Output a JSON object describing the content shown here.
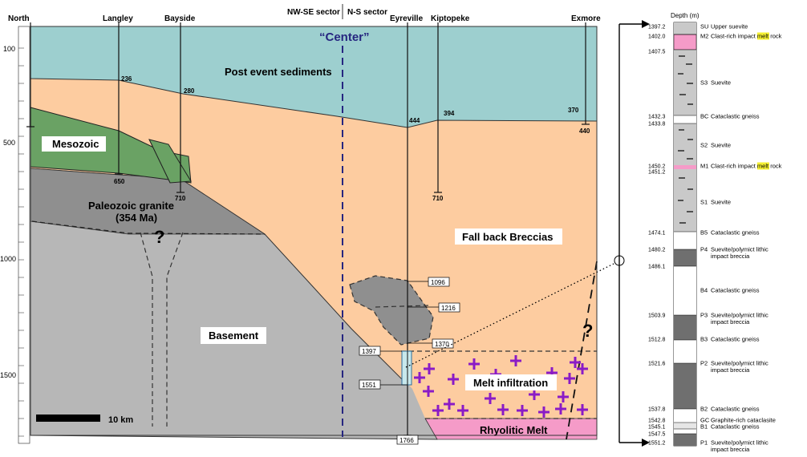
{
  "wells": {
    "north": "North",
    "langley": "Langley",
    "bayside": "Bayside",
    "eyreville": "Eyreville",
    "kiptopeke": "Kiptopeke",
    "exmore": "Exmore"
  },
  "sectors": {
    "nwse": "NW-SE sector",
    "ns": "N-S sector"
  },
  "center_label": "“Center”",
  "depth_ticks": [
    "100",
    "500",
    "1000",
    "1500"
  ],
  "units": {
    "post_event": "Post event sediments",
    "mesozoic": "Mesozoic",
    "paleozoic_1": "Paleozoic granite",
    "paleozoic_2": "(354 Ma)",
    "fallback": "Fall back Breccias",
    "basement": "Basement",
    "melt_infiltration": "Melt infiltration",
    "rhyolitic": "Rhyolitic Melt",
    "question": "?"
  },
  "depth_marks": {
    "d236": "236",
    "d280": "280",
    "d444": "444",
    "d394": "394",
    "d370": "370",
    "d440": "440",
    "d650": "650",
    "d710a": "710",
    "d710b": "710",
    "d1096": "1096",
    "d1216": "1216",
    "d1370": "1370",
    "d1397": "1397",
    "d1551": "1551",
    "d1766": "1766"
  },
  "scale_label": "10 km",
  "column": {
    "header": "Depth (m)",
    "rows": [
      {
        "depth": "1397.2",
        "code": "SU",
        "name": "Upper suevite",
        "name2": ""
      },
      {
        "depth": "1402.0",
        "code": "M2",
        "name": "Clast-rich impact",
        "hl": "melt",
        "name_after": "rock"
      },
      {
        "depth": "1407.5",
        "code": "",
        "name": ""
      },
      {
        "depth": "",
        "code": "S3",
        "name": "Suevite"
      },
      {
        "depth": "1432.3",
        "code": "BC",
        "name": "Cataclastic gneiss"
      },
      {
        "depth": "1433.8",
        "code": "",
        "name": ""
      },
      {
        "depth": "",
        "code": "S2",
        "name": "Suevite"
      },
      {
        "depth": "1450.2",
        "code": "M1",
        "name": "Clast-rich impact",
        "hl": "melt",
        "name_after": "rock"
      },
      {
        "depth": "1451.2",
        "code": "",
        "name": ""
      },
      {
        "depth": "",
        "code": "S1",
        "name": "Suevite"
      },
      {
        "depth": "1474.1",
        "code": "B5",
        "name": "Cataclastic gneiss"
      },
      {
        "depth": "1480.2",
        "code": "P4",
        "name": "Suevite/polymict lithic",
        "name2": "impact breccia"
      },
      {
        "depth": "1486.1",
        "code": "",
        "name": ""
      },
      {
        "depth": "",
        "code": "B4",
        "name": "Cataclastic gneiss"
      },
      {
        "depth": "1503.9",
        "code": "P3",
        "name": "Suevite/polymict lithic",
        "name2": "impact breccia"
      },
      {
        "depth": "1512.8",
        "code": "B3",
        "name": "Cataclastic gneiss"
      },
      {
        "depth": "1521.6",
        "code": "P2",
        "name": "Suevite/polymict lithic",
        "name2": "impact breccia"
      },
      {
        "depth": "1537.8",
        "code": "B2",
        "name": "Cataclastic gneiss"
      },
      {
        "depth": "1542.8",
        "code": "GC",
        "name": "Graphite-rich cataclasite"
      },
      {
        "depth": "1545.1",
        "code": "B1",
        "name": "Cataclastic gneiss"
      },
      {
        "depth": "1547.5",
        "code": "",
        "name": ""
      },
      {
        "depth": "1551.2",
        "code": "P1",
        "name": "Suevite/polymict lithic",
        "name2": "impact breccia"
      }
    ]
  },
  "colors": {
    "sediment": "#9dcfcf",
    "breccia": "#fdcca0",
    "mesozoic": "#6aa264",
    "paleozoic": "#8f8f8f",
    "basement": "#b7b7b7",
    "melt": "#f59bc8",
    "cross": "#8a1bc6",
    "core": "#c8e8ec"
  }
}
